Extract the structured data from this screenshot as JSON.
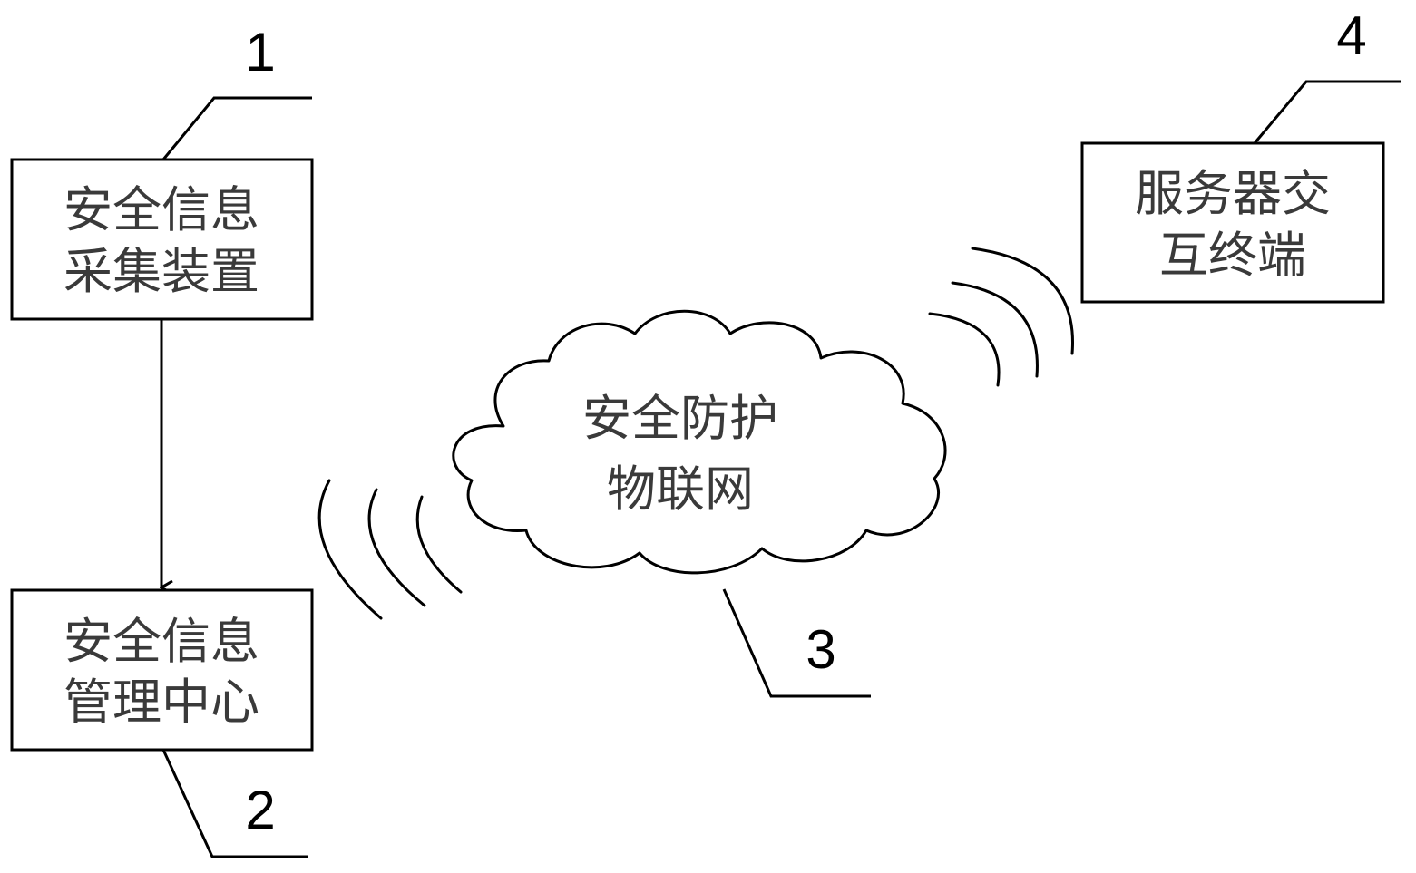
{
  "nodes": {
    "collector": {
      "number": "1",
      "lines": [
        "安全信息",
        "采集装置"
      ]
    },
    "management": {
      "number": "2",
      "lines": [
        "安全信息",
        "管理中心"
      ]
    },
    "network": {
      "number": "3",
      "lines": [
        "安全防护",
        "物联网"
      ]
    },
    "terminal": {
      "number": "4",
      "lines": [
        "服务器交",
        "互终端"
      ]
    }
  },
  "colors": {
    "stroke": "#000000",
    "text": "#3a3a3a"
  }
}
